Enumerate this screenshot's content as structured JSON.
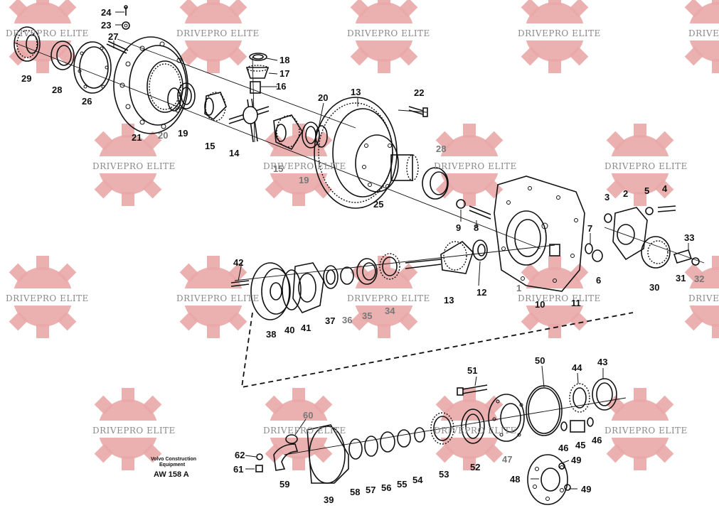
{
  "watermark": {
    "text": "DRIVEPRO ELITE",
    "color": "#e9a9a9"
  },
  "caption": {
    "brand_line1": "Volvo Construction",
    "brand_line2": "Equipment",
    "code": "AW 158 A"
  },
  "labels": [
    {
      "id": "l24",
      "text": "24"
    },
    {
      "id": "l23",
      "text": "23"
    },
    {
      "id": "l27",
      "text": "27"
    },
    {
      "id": "l29",
      "text": "29"
    },
    {
      "id": "l28",
      "text": "28"
    },
    {
      "id": "l26",
      "text": "26"
    },
    {
      "id": "l21",
      "text": "21"
    },
    {
      "id": "l20a",
      "text": "20"
    },
    {
      "id": "l19a",
      "text": "19"
    },
    {
      "id": "l15a",
      "text": "15"
    },
    {
      "id": "l14",
      "text": "14"
    },
    {
      "id": "l18",
      "text": "18"
    },
    {
      "id": "l17",
      "text": "17"
    },
    {
      "id": "l16",
      "text": "16"
    },
    {
      "id": "l20b",
      "text": "20"
    },
    {
      "id": "l13a",
      "text": "13"
    },
    {
      "id": "l22",
      "text": "22"
    },
    {
      "id": "l15b",
      "text": "15"
    },
    {
      "id": "l19b",
      "text": "19"
    },
    {
      "id": "l28b",
      "text": "28"
    },
    {
      "id": "l25",
      "text": "25"
    },
    {
      "id": "l9",
      "text": "9"
    },
    {
      "id": "l8",
      "text": "8"
    },
    {
      "id": "l3",
      "text": "3"
    },
    {
      "id": "l2",
      "text": "2"
    },
    {
      "id": "l5",
      "text": "5"
    },
    {
      "id": "l4",
      "text": "4"
    },
    {
      "id": "l7",
      "text": "7"
    },
    {
      "id": "l6",
      "text": "6"
    },
    {
      "id": "l33",
      "text": "33"
    },
    {
      "id": "l31",
      "text": "31"
    },
    {
      "id": "l32",
      "text": "32"
    },
    {
      "id": "l30",
      "text": "30"
    },
    {
      "id": "l1",
      "text": "1"
    },
    {
      "id": "l10",
      "text": "10"
    },
    {
      "id": "l11",
      "text": "11"
    },
    {
      "id": "l12",
      "text": "12"
    },
    {
      "id": "l13b",
      "text": "13"
    },
    {
      "id": "l42",
      "text": "42"
    },
    {
      "id": "l38",
      "text": "38"
    },
    {
      "id": "l40",
      "text": "40"
    },
    {
      "id": "l41",
      "text": "41"
    },
    {
      "id": "l37",
      "text": "37"
    },
    {
      "id": "l36",
      "text": "36"
    },
    {
      "id": "l35",
      "text": "35"
    },
    {
      "id": "l34",
      "text": "34"
    },
    {
      "id": "l51",
      "text": "51"
    },
    {
      "id": "l50",
      "text": "50"
    },
    {
      "id": "l44",
      "text": "44"
    },
    {
      "id": "l43",
      "text": "43"
    },
    {
      "id": "l60",
      "text": "60"
    },
    {
      "id": "l62",
      "text": "62"
    },
    {
      "id": "l61",
      "text": "61"
    },
    {
      "id": "l59",
      "text": "59"
    },
    {
      "id": "l39",
      "text": "39"
    },
    {
      "id": "l58",
      "text": "58"
    },
    {
      "id": "l57",
      "text": "57"
    },
    {
      "id": "l56",
      "text": "56"
    },
    {
      "id": "l55",
      "text": "55"
    },
    {
      "id": "l54",
      "text": "54"
    },
    {
      "id": "l53",
      "text": "53"
    },
    {
      "id": "l52",
      "text": "52"
    },
    {
      "id": "l47",
      "text": "47"
    },
    {
      "id": "l46a",
      "text": "46"
    },
    {
      "id": "l45",
      "text": "45"
    },
    {
      "id": "l46b",
      "text": "46"
    },
    {
      "id": "l49a",
      "text": "49"
    },
    {
      "id": "l48",
      "text": "48"
    },
    {
      "id": "l49b",
      "text": "49"
    }
  ]
}
